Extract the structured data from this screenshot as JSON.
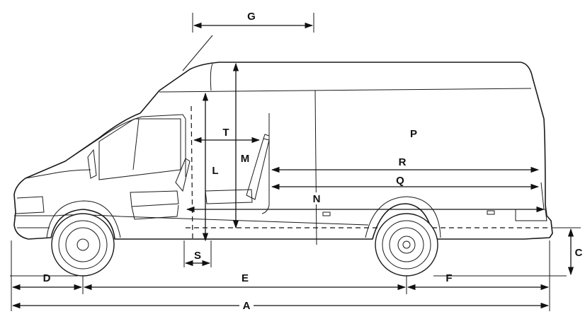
{
  "dimension_labels": {
    "A": "A",
    "C": "C",
    "D": "D",
    "E": "E",
    "F": "F",
    "G": "G",
    "L": "L",
    "M": "M",
    "N": "N",
    "P": "P",
    "Q": "Q",
    "R": "R",
    "S": "S",
    "T": "T"
  },
  "colors": {
    "line": "#1a1a1a",
    "background": "#ffffff"
  }
}
